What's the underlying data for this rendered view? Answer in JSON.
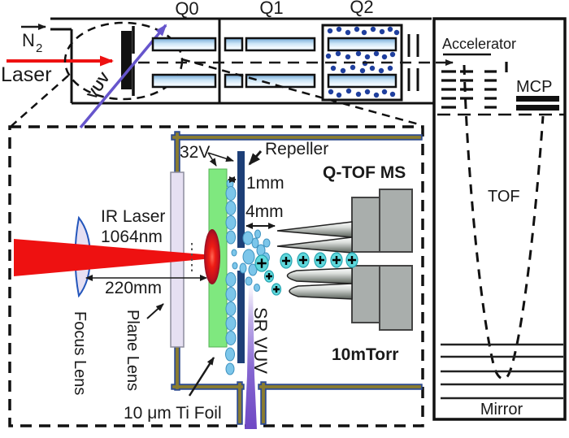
{
  "overview": {
    "n2_base": "N",
    "n2_sub": "2",
    "laser": "Laser",
    "vuv": "VUV",
    "q0": "Q0",
    "q1": "Q1",
    "q2": "Q2",
    "accelerator": "Accelerator",
    "mcp": "MCP",
    "tof": "TOF",
    "mirror": "Mirror"
  },
  "detail": {
    "voltage": "32V",
    "repeller": "Repeller",
    "gap_foil_repeller": "1mm",
    "gap_repeller_quad": "4mm",
    "instrument": "Q-TOF MS",
    "laser_name": "IR Laser",
    "laser_wavelength": "1064nm",
    "lens_distance": "220mm",
    "focus_lens": "Focus Lens",
    "plane_lens": "Plane Lens",
    "foil": "10 μm Ti Foil",
    "vuv_beam": "SR VUV",
    "pressure": "10mTorr"
  },
  "colors": {
    "laser_red": "#ee1111",
    "vuv_purple": "#6655cc",
    "gas_dot_blue": "#1f3f9e",
    "foil_green": "#7fe87f",
    "repeller_navy": "#1d3f77",
    "wall_olive": "#8b7d2e",
    "wall_blue": "#2e4b8f",
    "plume_blue": "#7cc6ea",
    "ion_cyan": "#5fd8dc",
    "metal_gray": "#a9aeac",
    "lens_lavender": "#e6e0f2"
  }
}
